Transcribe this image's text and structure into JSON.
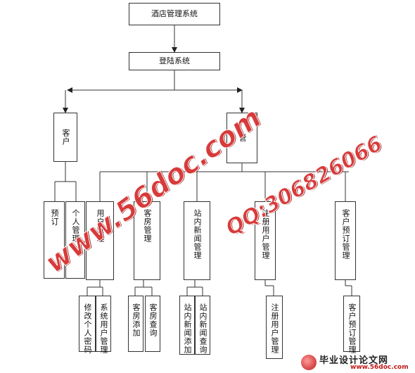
{
  "diagram": {
    "top_title": "酒店管理系统",
    "login": "登陆系统",
    "customer": "客户",
    "admin": "管",
    "customer_children": [
      "预订",
      "个人管理"
    ],
    "admin_children": [
      {
        "label": "用户管理",
        "children": [
          "修改个人密码",
          "系统用户管理"
        ]
      },
      {
        "label": "客房管理",
        "children": [
          "客房添加",
          "客房查询"
        ]
      },
      {
        "label": "站内新闻管理",
        "children": [
          "站内新闻添加",
          "站内新闻查询"
        ]
      },
      {
        "label": "注册用户管理",
        "children": [
          "注册用户管理"
        ]
      },
      {
        "label": "客户预订管理",
        "children": [
          "客户预订管理"
        ]
      }
    ]
  },
  "watermarks": {
    "site": "www.56doc.com",
    "qq": "QQ:306826066"
  },
  "footer_logo": {
    "title": "毕业设计论文网",
    "url": "www.56doc.com"
  },
  "colors": {
    "line": "#333333",
    "watermark": "#d83a3a",
    "brand_red": "#c01818"
  }
}
